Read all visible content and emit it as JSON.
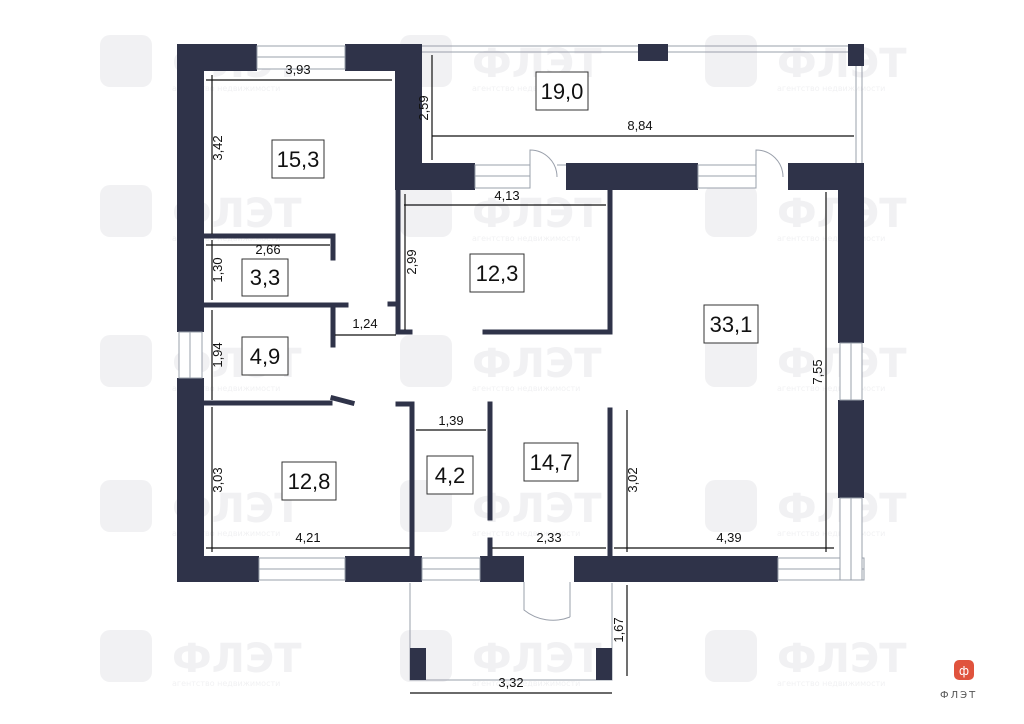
{
  "watermark": {
    "brand": "ФЛЭТ",
    "tagline": "агентство недвижимости"
  },
  "logo": {
    "text": "ФЛЭТ",
    "color": "#e0533d"
  },
  "rooms": [
    {
      "id": "room-15-3",
      "area": "15,3"
    },
    {
      "id": "room-19-0",
      "area": "19,0"
    },
    {
      "id": "room-3-3",
      "area": "3,3"
    },
    {
      "id": "room-4-9",
      "area": "4,9"
    },
    {
      "id": "room-12-3",
      "area": "12,3"
    },
    {
      "id": "room-33-1",
      "area": "33,1"
    },
    {
      "id": "room-12-8",
      "area": "12,8"
    },
    {
      "id": "room-4-2",
      "area": "4,2"
    },
    {
      "id": "room-14-7",
      "area": "14,7"
    }
  ],
  "dimensions": [
    "3,93",
    "3,42",
    "2,59",
    "8,84",
    "4,13",
    "2,66",
    "1,30",
    "2,99",
    "1,24",
    "1,94",
    "7,55",
    "1,39",
    "3,03",
    "3,02",
    "4,21",
    "2,33",
    "4,39",
    "1,67",
    "3,32"
  ],
  "colors": {
    "wall": "#2f3349",
    "window": "#9aa0ab"
  }
}
